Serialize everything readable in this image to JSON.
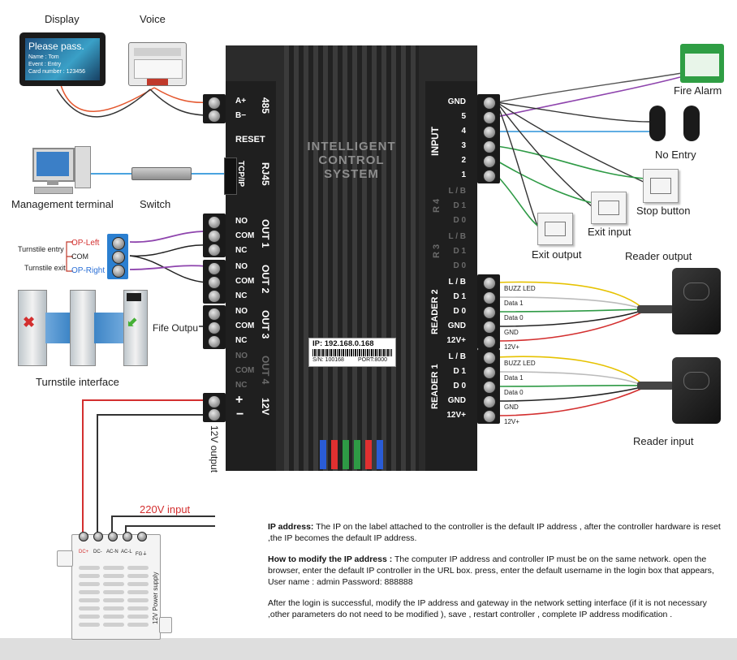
{
  "display": {
    "title": "Display",
    "screen_big": "Please pass.",
    "screen_lines": [
      "Name : Tom",
      "Event : Entry",
      "Card number : 123456"
    ]
  },
  "voice": {
    "title": "Voice"
  },
  "management_terminal": {
    "label": "Management  terminal"
  },
  "switch": {
    "label": "Switch"
  },
  "turnstile": {
    "entry_label": "Turnstile entry",
    "exit_label": "Turnstile exit",
    "op_left": "OP-Left",
    "com": "COM",
    "op_right": "OP-Right",
    "interface_label": "Turnstile interface"
  },
  "fire_output": {
    "label": "Fife Outpu"
  },
  "controller": {
    "name_lines": [
      "INTELLIGENT",
      "CONTROL",
      "SYSTEM"
    ],
    "ip_label": "IP: 192.168.0.168",
    "sn_label": "S/N: 100168",
    "port_label": "PORT:8000",
    "led_colors": [
      "#2a5cd6",
      "#e03030",
      "#2e9a45",
      "#2e9a45",
      "#e03030",
      "#2a5cd6"
    ],
    "left": {
      "rs485_title": "485",
      "rs485_pins": [
        "A+",
        "B−"
      ],
      "reset": "RESET",
      "rj45": "RJ45",
      "tcpip": "TCP/IP",
      "out_pins": [
        "NO",
        "COM",
        "NC"
      ],
      "out1": "OUT 1",
      "out2": "OUT 2",
      "out3": "OUT 3",
      "out4": "OUT 4",
      "power": "12V",
      "power_pins": [
        "+",
        "−"
      ]
    },
    "right": {
      "input_title": "INPUT",
      "input_pins": [
        "GND",
        "5",
        "4",
        "3",
        "2",
        "1"
      ],
      "r4": "R 4",
      "r3": "R 3",
      "reader_dim_pins": [
        "L / B",
        "D 1",
        "D 0"
      ],
      "reader2": "READER 2",
      "reader1": "READER 1",
      "reader_pins": [
        "L / B",
        "D 1",
        "D 0",
        "GND",
        "12V+"
      ]
    }
  },
  "power_output": {
    "label": "12V output"
  },
  "fire_alarm": {
    "label": "Fire Alarm"
  },
  "no_entry": {
    "label": "No Entry"
  },
  "stop_button": {
    "label": "Stop button"
  },
  "exit_input": {
    "label": "Exit input"
  },
  "exit_output": {
    "label": "Exit output"
  },
  "reader_output": {
    "label": "Reader  output",
    "wire_labels": [
      "BUZZ LED",
      "Data 1",
      "Data 0",
      "GND",
      "12V+"
    ]
  },
  "reader_input": {
    "label": "Reader  input",
    "wire_labels": [
      "BUZZ LED",
      "Data 1",
      "Data 0",
      "GND",
      "12V+"
    ]
  },
  "power_supply": {
    "input_label": "220V  input",
    "terminals": [
      "DC+",
      "DC-",
      "AC-N",
      "AC-L",
      "FG⏚"
    ],
    "side_label": "12V Power supply"
  },
  "info": {
    "ip_title": "IP address:",
    "ip_text": " The IP on the label attached to the controller is the default IP address , after the controller hardware is reset ,the IP becomes the default IP address.",
    "modify_title": "How to modify the IP address :",
    "modify_text": " The computer IP address and controller IP must be on the same network. open the browser, enter the default IP controller in the URL box.  press, enter  the default username  in the login box that appears, User name : admin  Password: 888888",
    "after_text": "After the login is successful, modify the IP address and gateway in the network setting interface (if it is not  necessary ,other  parameters do not need to be modified ),  save , restart  controller , complete  IP address modification ."
  }
}
